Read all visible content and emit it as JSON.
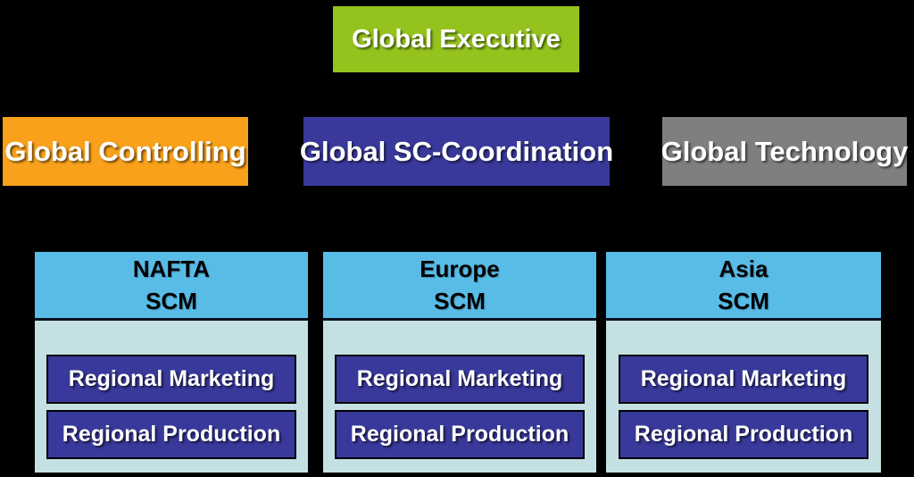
{
  "slide": {
    "background_color": "#000000",
    "executive": {
      "label": "Global Executive",
      "color": "#94C31D",
      "text_color": "#FFFFFF"
    },
    "functions": [
      {
        "label": "Global Controlling",
        "color": "#F9A11B",
        "text_color": "#FFFFFF"
      },
      {
        "label": "Global SC-Coordination",
        "color": "#38399A",
        "text_color": "#FFFFFF"
      },
      {
        "label": "Global Technology",
        "color": "#7F7F7F",
        "text_color": "#FFFFFF"
      }
    ],
    "regions": [
      {
        "name": "NAFTA",
        "unit": "SCM",
        "departments": [
          "Regional Marketing",
          "Regional Production"
        ]
      },
      {
        "name": "Europe",
        "unit": "SCM",
        "departments": [
          "Regional Marketing",
          "Regional Production"
        ]
      },
      {
        "name": "Asia",
        "unit": "SCM",
        "departments": [
          "Regional Marketing",
          "Regional Production"
        ]
      }
    ],
    "colors": {
      "region_header": "#59BCE6",
      "region_panel": "#C5E0E3",
      "department_box": "#38399A",
      "department_border": "#000000",
      "header_text": "#000000"
    }
  }
}
